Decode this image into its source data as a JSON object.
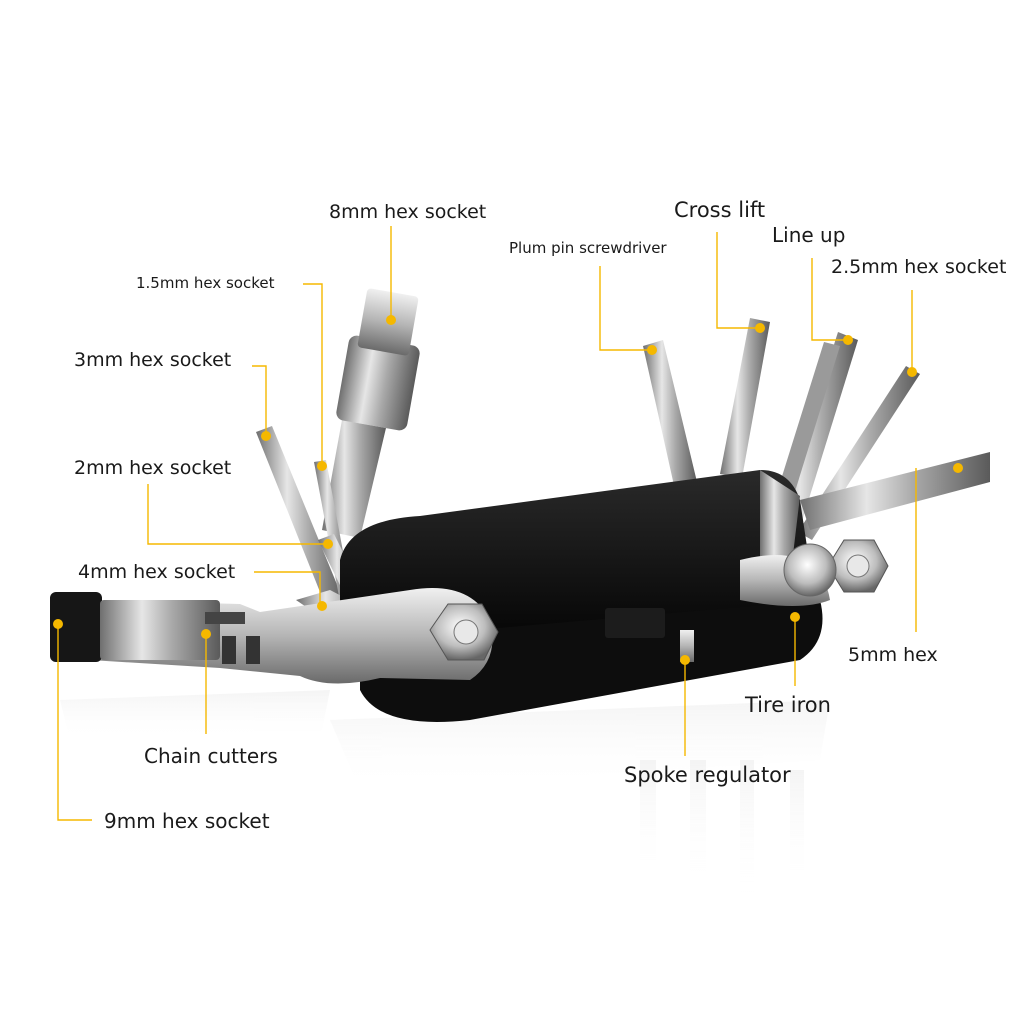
{
  "accent_color": "#f5b800",
  "labels": {
    "socket_8mm": "8mm hex socket",
    "socket_1_5mm": "1.5mm hex socket",
    "socket_3mm": "3mm hex socket",
    "socket_2mm": "2mm hex socket",
    "socket_4mm": "4mm hex socket",
    "chain_cutters": "Chain cutters",
    "socket_9mm": "9mm hex socket",
    "plum_pin": "Plum pin screwdriver",
    "cross_lift": "Cross lift",
    "line_up": "Line up",
    "socket_2_5mm": "2.5mm hex socket",
    "hex_5mm": "5mm hex",
    "tire_iron": "Tire iron",
    "spoke_regulator": "Spoke regulator"
  },
  "icons": {
    "tool": "bicycle-multi-tool-image",
    "marker": "callout-dot-icon"
  }
}
